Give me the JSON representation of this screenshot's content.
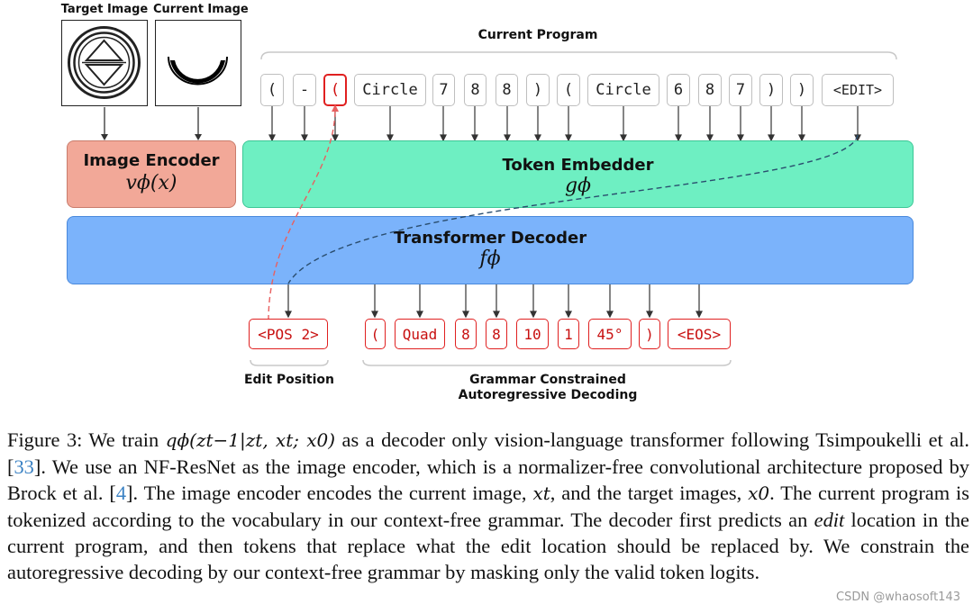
{
  "figure": {
    "target_image_label": "Target Image",
    "current_image_label": "Current Image",
    "current_program_label": "Current Program",
    "input_tokens": [
      "(",
      "-",
      "(",
      "Circle",
      "7",
      "8",
      "8",
      ")",
      "(",
      "Circle",
      "6",
      "8",
      "7",
      ")",
      ")",
      "<EDIT>"
    ],
    "highlighted_input_index": 2,
    "image_encoder": {
      "title": "Image Encoder",
      "math": "vϕ(x)"
    },
    "token_embedder": {
      "title": "Token Embedder",
      "math": "gϕ"
    },
    "transformer_decoder": {
      "title": "Transformer Decoder",
      "math": "fϕ"
    },
    "edit_position_token": "<POS 2>",
    "output_tokens": [
      "(",
      "Quad",
      "8",
      "8",
      "10",
      "1",
      "45°",
      ")",
      "<EOS>"
    ],
    "edit_position_label": "Edit Position",
    "grammar_label_line1": "Grammar Constrained",
    "grammar_label_line2": "Autoregressive Decoding",
    "colors": {
      "image_encoder": "#f2a898",
      "token_embedder": "#6eefc2",
      "transformer_decoder": "#7bb3fb",
      "highlight": "#e02020"
    }
  },
  "caption": {
    "prefix": "Figure 3: We train",
    "math_q": "qϕ(zt−1|zt, xt; x0)",
    "part1": "as a decoder only vision-language transformer following Tsimpoukelli et al. [",
    "ref1": "33",
    "part2": "]. We use an NF-ResNet as the image encoder, which is a normalizer-free convolutional architecture proposed by Brock et al. [",
    "ref2": "4",
    "part3": "]. The image encoder encodes the current image,",
    "math_xt": "xt",
    "part4": ", and the target images,",
    "math_x0": "x0",
    "part5": ". The current program is tokenized according to the vocabulary in our context-free grammar. The decoder first predicts an",
    "em_edit": "edit",
    "part6": "location in the current program, and then tokens that replace what the edit location should be replaced by. We constrain the autoregressive decoding by our context-free grammar by masking only the valid token logits."
  },
  "watermark": "CSDN @whaosoft143"
}
